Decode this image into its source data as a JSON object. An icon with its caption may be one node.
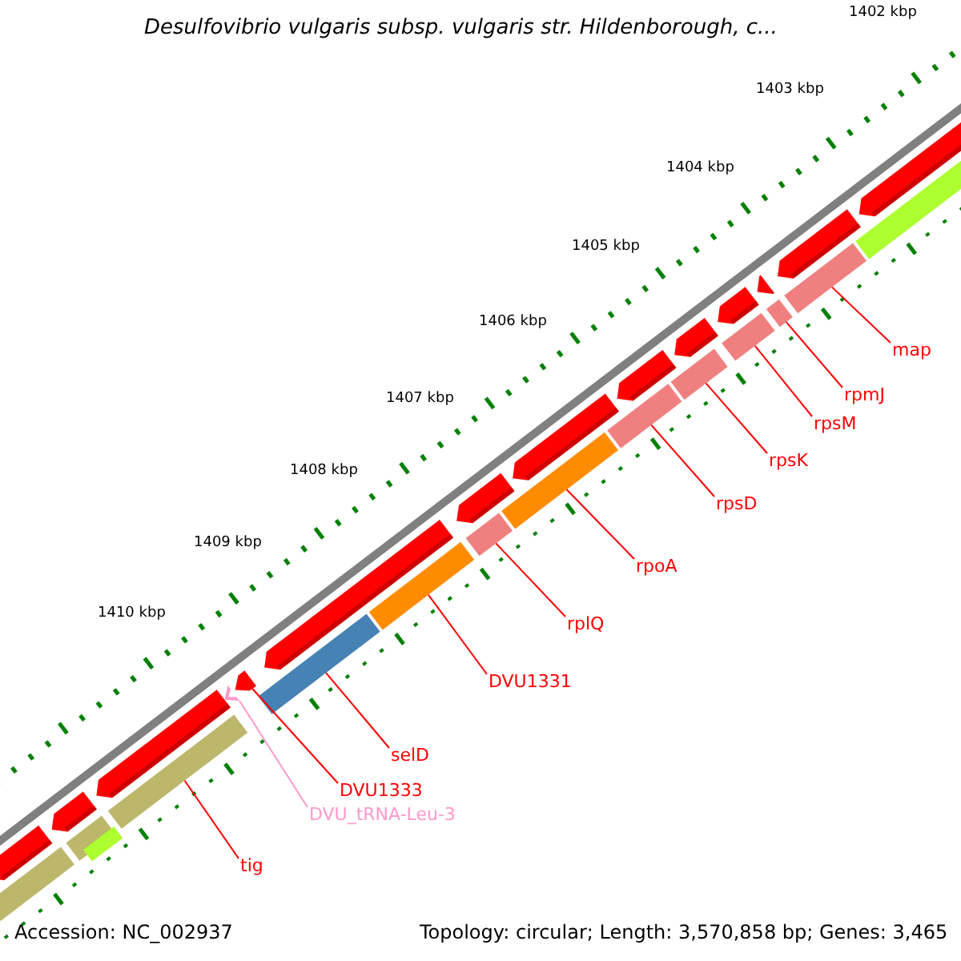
{
  "diagram": {
    "title": "Desulfovibrio vulgaris subsp. vulgaris str. Hildenborough, c...",
    "nodes": [
      {
        "text": [
          "map"
        ]
      },
      {
        "text": [
          "rpmJ"
        ]
      },
      {
        "text": [
          "rpsM"
        ]
      },
      {
        "text": [
          "rpsK"
        ]
      },
      {
        "text": [
          "rpsD"
        ]
      },
      {
        "text": [
          "rpoA"
        ]
      },
      {
        "text": [
          "rplQ"
        ]
      },
      {
        "text": [
          "DVU1331"
        ]
      },
      {
        "text": [
          "selD"
        ]
      },
      {
        "text": [
          "DVU1333"
        ]
      },
      {
        "text": [
          "DVU_tRNA-Leu-3"
        ]
      },
      {
        "text": [
          "tig"
        ]
      },
      {
        "text": [],
        "shape": "bar"
      },
      {
        "text": [],
        "shape": "bar"
      },
      {
        "text": [],
        "shape": "bar"
      },
      {
        "text": [],
        "shape": "bar"
      },
      {
        "text": [],
        "shape": "bar"
      },
      {
        "text": [],
        "shape": "bar"
      },
      {
        "text": [],
        "shape": "bar"
      },
      {
        "text": [],
        "shape": "bar"
      },
      {
        "text": [],
        "shape": "bar"
      },
      {
        "text": [],
        "shape": "arrow"
      },
      {
        "text": [],
        "shape": "chevron"
      },
      {
        "text": [],
        "shape": "bar"
      }
    ],
    "edges": [
      {
        "from": 0,
        "to": 12,
        "arrow": "none"
      },
      {
        "from": 1,
        "to": 13,
        "arrow": "none"
      },
      {
        "from": 2,
        "to": 14,
        "arrow": "none"
      },
      {
        "from": 3,
        "to": 15,
        "arrow": "none"
      },
      {
        "from": 4,
        "to": 16,
        "arrow": "none"
      },
      {
        "from": 5,
        "to": 17,
        "arrow": "none"
      },
      {
        "from": 6,
        "to": 18,
        "arrow": "none"
      },
      {
        "from": 7,
        "to": 19,
        "arrow": "none"
      },
      {
        "from": 8,
        "to": 20,
        "arrow": "none"
      },
      {
        "from": 9,
        "to": 21,
        "arrow": "none"
      },
      {
        "from": 10,
        "to": 22,
        "arrow": "none",
        "color": "#ff99cc"
      },
      {
        "from": 11,
        "to": 23,
        "arrow": "none"
      }
    ],
    "labels": [
      "1402 kbp",
      "1403 kbp",
      "1404 kbp",
      "1405 kbp",
      "1406 kbp",
      "1407 kbp",
      "1408 kbp",
      "1409 kbp",
      "1410 kbp",
      "Accession: NC_002937",
      "Topology: circular; Length: 3,570,858 bp; Genes: 3,465"
    ]
  }
}
